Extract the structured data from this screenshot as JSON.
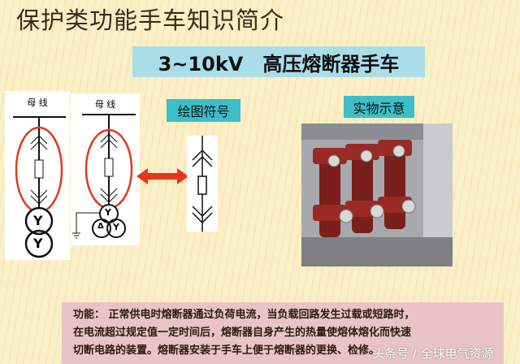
{
  "title": "保护类功能手车知识简介",
  "subtitle": "3~10kV　高压熔断器手车",
  "diagram": {
    "busbar_label_1": "母 线",
    "busbar_label_2": "母 线",
    "symbol_label": "绘图符号",
    "photo_label": "实物示意",
    "winding_symbols": [
      "Y",
      "Y",
      "Y",
      "Δ",
      "Y"
    ]
  },
  "description": {
    "lines": [
      "功能： 正常供电时熔断器通过负荷电流，当负载回路发生过载或短路时，",
      "在电流超过规定值一定时间后，熔断器自身产生的热量使熔体熔化而快速",
      "切断电路的装置。熔断器安装于手车上便于熔断器的更换、检修。"
    ]
  },
  "watermark": "头条号 / 全球电气资源",
  "colors": {
    "label_bg": "#3dbfc8",
    "subtitle_bg": "#a9dde9",
    "highlight": "#e03a1e",
    "desc_bg": "#e9c3c9"
  }
}
